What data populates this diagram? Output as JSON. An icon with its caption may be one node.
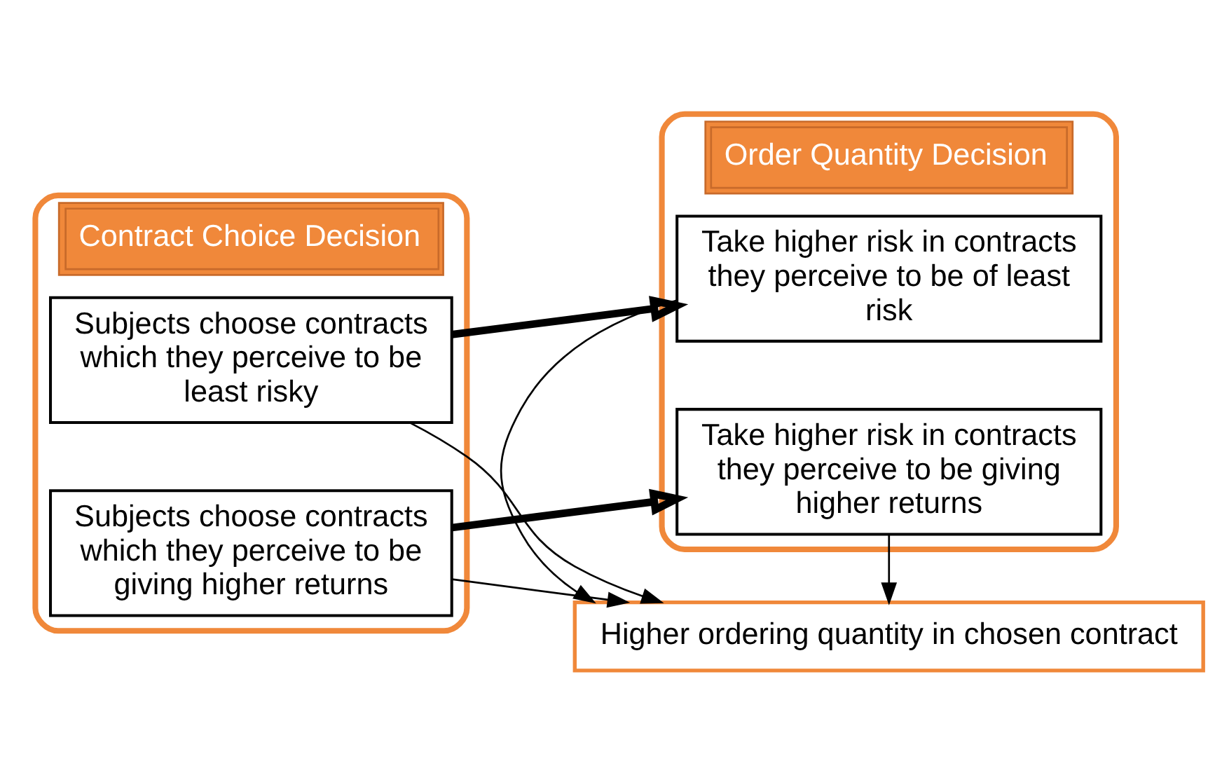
{
  "diagram": {
    "nodes": [
      {
        "text": [
          "Contract Choice Decision"
        ]
      },
      {
        "text": [
          "Subjects choose contracts which they perceive to be least risky"
        ],
        "in": 0
      },
      {
        "text": [
          "Subjects choose contracts which they perceive to be giving higher returns"
        ],
        "in": 0
      },
      {
        "text": [
          "Order Quantity Decision"
        ]
      },
      {
        "text": [
          "Take higher risk in contracts they perceive to be of least risk"
        ],
        "in": 3
      },
      {
        "text": [
          "Take higher risk in contracts they perceive to be giving higher returns"
        ],
        "in": 3
      },
      {
        "text": [
          "Higher ordering quantity in chosen contract"
        ]
      }
    ],
    "edges": [
      {
        "from": 1,
        "to": 4,
        "arrow": "to",
        "style": "thick"
      },
      {
        "from": 2,
        "to": 5,
        "arrow": "to",
        "style": "thick"
      },
      {
        "from": 1,
        "to": 6,
        "arrow": "to"
      },
      {
        "from": 2,
        "to": 6,
        "arrow": "to"
      },
      {
        "from": 4,
        "to": 6,
        "arrow": "to"
      },
      {
        "from": 5,
        "to": 6,
        "arrow": "to"
      }
    ]
  }
}
